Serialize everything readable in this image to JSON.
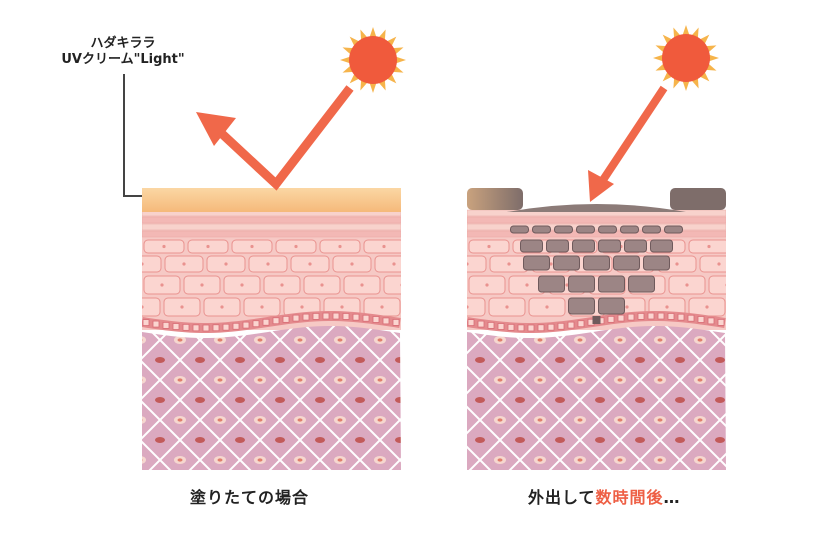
{
  "product_label": {
    "line1": "ハダキララ",
    "line2": "UVクリーム\"Light\""
  },
  "captions": {
    "left": "塗りたての場合",
    "right_prefix": "外出して",
    "right_highlight": "数時間後",
    "right_suffix": "…"
  },
  "colors": {
    "sun": "#f05a3c",
    "sun_rays": "#f6b44b",
    "arrow": "#f0684a",
    "cream": "#f8c891",
    "skin_cell": "#f9c8c4",
    "skin_outline": "#e9928f",
    "dermis": "#d8a8bf",
    "dermis_lines": "#ffffff",
    "melanin": "#9c8585",
    "highlight": "#ee5f45"
  }
}
